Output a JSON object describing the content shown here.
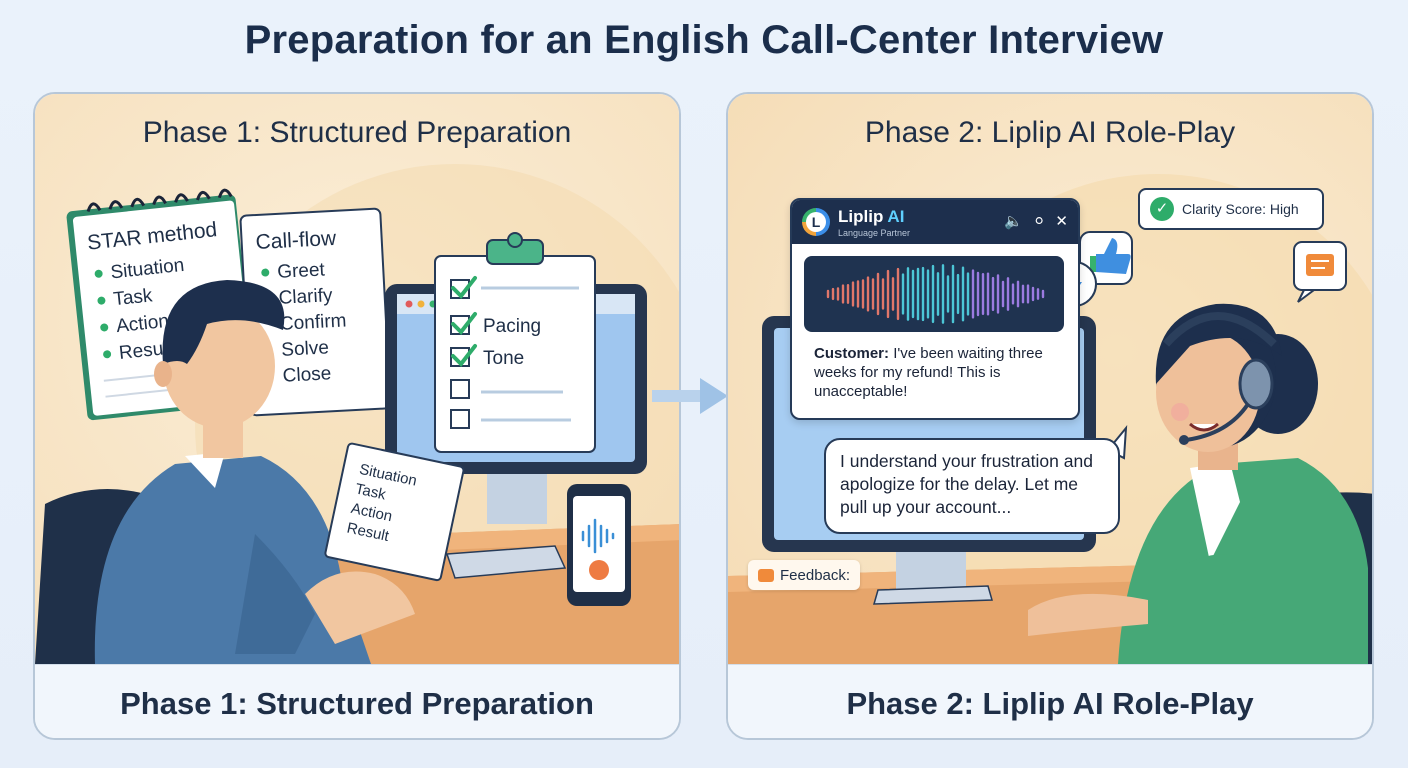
{
  "title": "Preparation for an English Call-Center Interview",
  "phase1": {
    "heading": "Phase 1: Structured Preparation",
    "footer": "Phase 1: Structured Preparation",
    "star_card": {
      "title": "STAR method",
      "items": [
        "Situation",
        "Task",
        "Action",
        "Result"
      ]
    },
    "callflow_card": {
      "title": "Call-flow",
      "items": [
        "Greet",
        "Clarify",
        "Confirm",
        "Solve",
        "Close"
      ]
    },
    "clipboard": {
      "items": [
        "Pacing",
        "Tone"
      ]
    },
    "notebook": {
      "items": [
        "Situation",
        "Task",
        "Action",
        "Result"
      ]
    }
  },
  "phase2": {
    "heading": "Phase 2: Liplip AI Role-Play",
    "footer": "Phase 2: Liplip AI Role-Play",
    "app": {
      "name_part1": "Liplip ",
      "name_part2": "AI",
      "subtitle": "Language Partner"
    },
    "customer_label": "Customer:",
    "customer_text": "I've been waiting three weeks for my refund! This is unacceptable!",
    "reply_text": "I understand your frustration and apologize for the delay. Let me pull up your account...",
    "clarity_badge": "Clarity Score: High",
    "feedback_label": "Feedback:"
  },
  "colors": {
    "accent_green": "#2eac6a",
    "dark_navy": "#1d2f4d",
    "warm_bg": "#f8e6c9"
  }
}
